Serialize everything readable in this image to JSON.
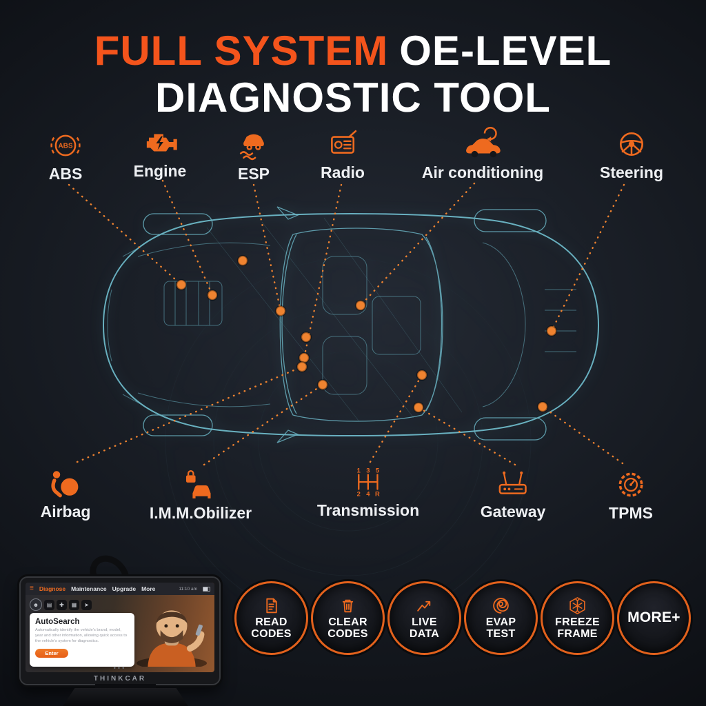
{
  "colors": {
    "accent_orange": "#EE6A1F",
    "title_orange": "#F4541C",
    "ring_orange": "#E2611C",
    "connector_orange": "#EF8330",
    "car_wireframe": "#7FD9EA"
  },
  "title": {
    "highlight": "FULL SYSTEM",
    "rest": "OE-LEVEL",
    "line2": "DIAGNOSTIC TOOL"
  },
  "systems_top": [
    {
      "label": "ABS"
    },
    {
      "label": "Engine"
    },
    {
      "label": "ESP"
    },
    {
      "label": "Radio"
    },
    {
      "label": "Air conditioning"
    },
    {
      "label": "Steering"
    }
  ],
  "systems_bottom": [
    {
      "label": "Airbag"
    },
    {
      "label": "I.M.M.Obilizer"
    },
    {
      "label": "Transmission"
    },
    {
      "label": "Gateway"
    },
    {
      "label": "TPMS"
    }
  ],
  "icons": {
    "abs_text": "ABS",
    "shift_top": [
      "1",
      "3",
      "5"
    ],
    "shift_bottom": [
      "2",
      "4",
      "R"
    ]
  },
  "device": {
    "brand": "THINKCAR",
    "nav": [
      "Diagnose",
      "Maintenance",
      "Upgrade",
      "More"
    ],
    "status_time": "11:10 am",
    "autosearch": {
      "title": "AutoSearch",
      "description": "Automatically identify the vehicle's brand, model, year and other information, allowing quick access to the vehicle's system for diagnostics.",
      "button": "Enter"
    }
  },
  "features": [
    {
      "line1": "READ",
      "line2": "CODES"
    },
    {
      "line1": "CLEAR",
      "line2": "CODES"
    },
    {
      "line1": "LIVE",
      "line2": "DATA"
    },
    {
      "line1": "EVAP",
      "line2": "TEST"
    },
    {
      "line1": "FREEZE",
      "line2": "FRAME"
    },
    {
      "line1": "MORE+",
      "line2": ""
    }
  ]
}
